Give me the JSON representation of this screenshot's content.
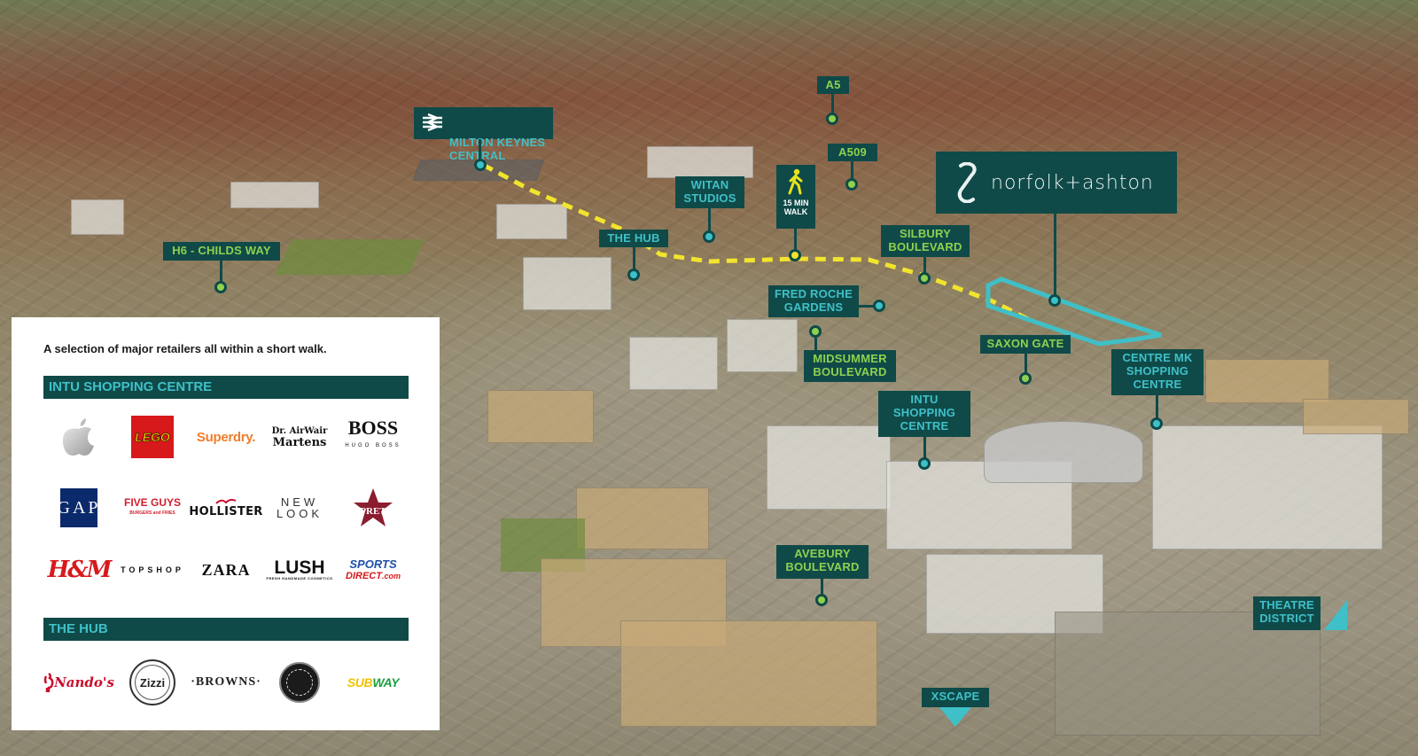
{
  "map": {
    "brand": {
      "name": "norfolk+ashton",
      "logo_icon": "norfolk-ashton-figure-eight-logo"
    },
    "walk_marker": {
      "label_line1": "15 MIN",
      "label_line2": "WALK",
      "icon": "pedestrian-icon",
      "color": "#f2e42c"
    },
    "labels": [
      {
        "id": "milton-keynes-central",
        "text": "MILTON KEYNES\nCENTRAL",
        "icon": "national-rail-icon",
        "color": "cyan"
      },
      {
        "id": "a5",
        "text": "A5",
        "color": "green"
      },
      {
        "id": "a509",
        "text": "A509",
        "color": "green"
      },
      {
        "id": "witan-studios",
        "text": "WITAN\nSTUDIOS",
        "color": "cyan"
      },
      {
        "id": "the-hub",
        "text": "THE HUB",
        "color": "cyan"
      },
      {
        "id": "h6-childs-way",
        "text": "H6 - CHILDS WAY",
        "color": "green"
      },
      {
        "id": "silbury-boulevard",
        "text": "SILBURY\nBOULEVARD",
        "color": "green"
      },
      {
        "id": "fred-roche-gardens",
        "text": "FRED ROCHE\nGARDENS",
        "color": "cyan"
      },
      {
        "id": "midsummer-boulevard",
        "text": "MIDSUMMER\nBOULEVARD",
        "color": "green"
      },
      {
        "id": "saxon-gate",
        "text": "SAXON GATE",
        "color": "green"
      },
      {
        "id": "centre-mk",
        "text": "CENTRE MK\nSHOPPING\nCENTRE",
        "color": "cyan"
      },
      {
        "id": "intu-shopping-centre",
        "text": "INTU\nSHOPPING\nCENTRE",
        "color": "cyan"
      },
      {
        "id": "avebury-boulevard",
        "text": "AVEBURY\nBOULEVARD",
        "color": "green"
      },
      {
        "id": "theatre-district",
        "text": "THEATRE\nDISTRICT",
        "color": "cyan"
      },
      {
        "id": "xscape",
        "text": "XSCAPE",
        "color": "cyan"
      }
    ],
    "colors": {
      "label_bg": "#0f4a48",
      "cyan": "#3fc0c8",
      "green": "#8fd14f",
      "route": "#f2e42c",
      "site_outline": "#3fc0c8"
    }
  },
  "panel": {
    "intro": "A selection of major retailers all within a short walk.",
    "sections": [
      {
        "title": "INTU SHOPPING CENTRE",
        "rows": [
          [
            "Apple",
            "LEGO",
            "Superdry.",
            "Dr. Martens",
            "BOSS"
          ],
          [
            "GAP",
            "FIVE GUYS",
            "HOLLISTER",
            "NEW LOOK",
            "PRET"
          ],
          [
            "H&M",
            "TOPSHOP",
            "ZARA",
            "LUSH",
            "SPORTS DIRECT.com"
          ]
        ]
      },
      {
        "title": "THE HUB",
        "rows": [
          [
            "Nando's",
            "Zizzi",
            "BROWNS",
            "Pizza Express",
            "SUBWAY"
          ]
        ]
      }
    ],
    "logo_text": {
      "lego": "LEGO",
      "superdry": "Superdry.",
      "drm_line1": "Dr. AirWair",
      "drm_line2": "Martens",
      "boss": "BOSS",
      "boss_sub": "HUGO BOSS",
      "gap": "GAP",
      "fiveguys": "FIVE GUYS",
      "fiveguys_sub": "BURGERS and FRIES",
      "hollister": "HOLLISTER",
      "newlook_1": "NEW",
      "newlook_2": "LOOK",
      "hm": "H&M",
      "topshop": "TOPSHOP",
      "zara": "ZARA",
      "lush": "LUSH",
      "lush_sub": "FRESH HANDMADE COSMETICS",
      "sports_1": "SPORTS",
      "sports_2": "DIRECT",
      "sports_3": ".com",
      "nandos": "Nando's",
      "zizzi": "Zizzi",
      "browns": "·BROWNS·",
      "subway_1": "SUB",
      "subway_2": "WAY"
    }
  }
}
